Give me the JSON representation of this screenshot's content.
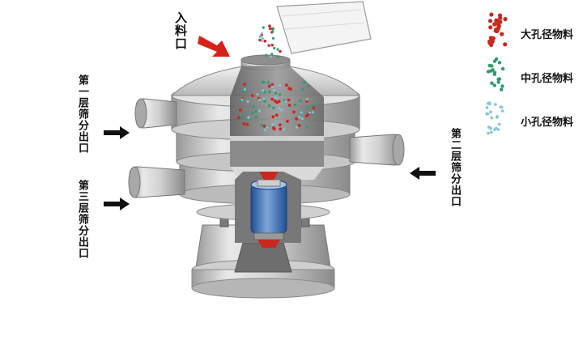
{
  "labels": {
    "inlet": "入料口",
    "outlet1": "第一层筛分出口",
    "outlet2": "第二层筛分出口",
    "outlet3": "第三层筛分出口"
  },
  "legend": [
    {
      "label": "大孔径物料",
      "color": "#c8281e"
    },
    {
      "label": "中孔径物料",
      "color": "#2f9a6f"
    },
    {
      "label": "小孔径物料",
      "color": "#7fc6d8"
    }
  ],
  "colors": {
    "arrow": "#111111",
    "inlet_arrow": "#d8201a",
    "metal_light": "#e6e6e6",
    "metal_mid": "#bdbdbd",
    "metal_dark": "#8c8c8c",
    "motor": "#3b6fb5"
  }
}
